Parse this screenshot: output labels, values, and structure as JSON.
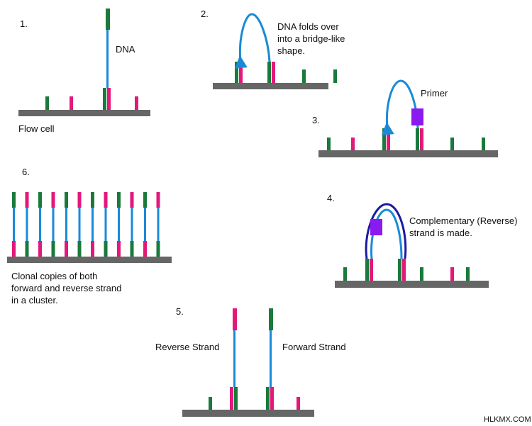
{
  "colors": {
    "flow_cell": "#666666",
    "adapter_green": "#1a7a3c",
    "adapter_pink": "#e3187a",
    "dna_strand": "#1a8ad8",
    "reverse_strand": "#1c1aa0",
    "primer": "#8a1af0"
  },
  "steps": {
    "s1": {
      "number": "1.",
      "dna_label": "DNA",
      "flow_cell_label": "Flow cell"
    },
    "s2": {
      "number": "2.",
      "caption": "DNA folds over\ninto a bridge-like\nshape."
    },
    "s3": {
      "number": "3.",
      "primer_label": "Primer"
    },
    "s4": {
      "number": "4.",
      "caption": "Complementary (Reverse)\nstrand is made."
    },
    "s5": {
      "number": "5.",
      "reverse_label": "Reverse Strand",
      "forward_label": "Forward Strand"
    },
    "s6": {
      "number": "6.",
      "caption": "Clonal copies of both\nforward and reverse strand\nin a cluster."
    }
  },
  "watermark": "HLKMX.COM"
}
